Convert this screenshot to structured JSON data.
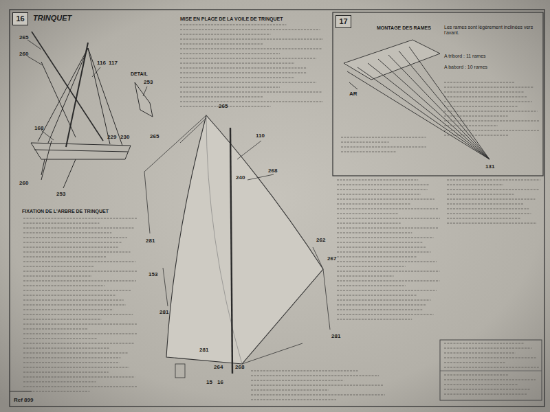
{
  "diagram": {
    "title": "TRINQUET",
    "nodes": [
      {
        "text": [
          "16"
        ]
      },
      {
        "text": [
          "17"
        ]
      }
    ],
    "labels": [
      "MISE EN PLACE DE LA VOILE DE TRINQUET",
      "MONTAGE DES RAMES",
      "FIXATION DE L'ARBRE DE TRINQUET",
      "DETAIL",
      "265",
      "260",
      "116",
      "117",
      "253",
      "168",
      "229",
      "230",
      "260",
      "253",
      "265",
      "265",
      "110",
      "268",
      "240",
      "281",
      "153",
      "262",
      "267",
      "281",
      "281",
      "281",
      "264",
      "268",
      "15",
      "16",
      "131",
      "AR",
      "Ref 899",
      "Les rames sont légèrement inclinées vers l'avant.",
      "A tribord : 11 rames",
      "A babord : 10 rames"
    ]
  }
}
